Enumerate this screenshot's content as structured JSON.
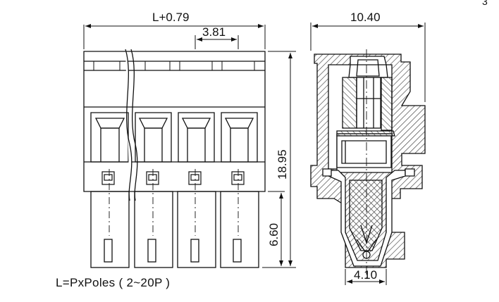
{
  "dimensions": {
    "overall_width": "L+0.79",
    "pitch": "3.81",
    "side_width": "10.40",
    "height": "18.95",
    "pin_length": "6.60",
    "pin_base": "4.10"
  },
  "note": "L=PxPoles ( 2~20P )",
  "corner_mark": "3"
}
